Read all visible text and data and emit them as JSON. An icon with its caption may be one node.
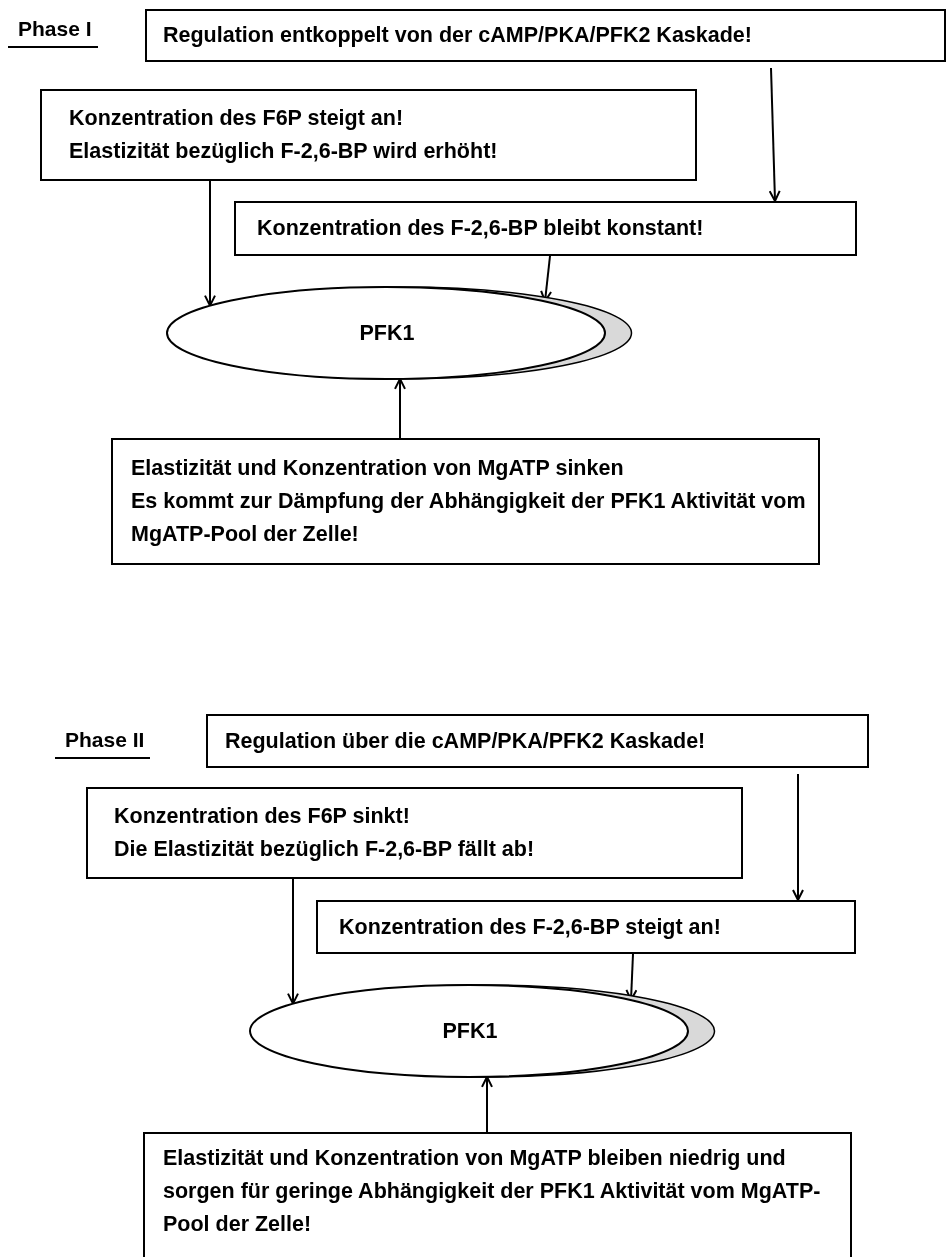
{
  "diagram": {
    "nodes": [
      {
        "text": [
          "Regulation entkoppelt von der cAMP/PKA/PFK2 Kaskade!"
        ]
      },
      {
        "text": [
          "Konzentration des F6P steigt an!",
          "Elastizität bezüglich F-2,6-BP wird erhöht!"
        ]
      },
      {
        "text": [
          "Konzentration des F-2,6-BP bleibt konstant!"
        ]
      },
      {
        "text": [
          "PFK1"
        ]
      },
      {
        "text": [
          "Elastizität und Konzentration von MgATP sinken",
          "Es kommt zur Dämpfung der Abhängigkeit der PFK1 Aktivität vom MgATP-Pool der Zelle!"
        ]
      },
      {
        "text": [
          "Regulation über die cAMP/PKA/PFK2 Kaskade!"
        ]
      },
      {
        "text": [
          "Konzentration des F6P sinkt!",
          "Die Elastizität bezüglich F-2,6-BP fällt ab!"
        ]
      },
      {
        "text": [
          "Konzentration des F-2,6-BP steigt an!"
        ]
      },
      {
        "text": [
          "PFK1"
        ]
      },
      {
        "text": [
          "Elastizität und Konzentration von MgATP bleiben niedrig und sorgen für geringe Abhängigkeit der PFK1 Aktivität vom MgATP-Pool der Zelle!"
        ]
      }
    ],
    "edges": [
      {
        "from": 0,
        "to": 2,
        "arrow": "to"
      },
      {
        "from": 1,
        "to": 3,
        "arrow": "to"
      },
      {
        "from": 2,
        "to": 3,
        "arrow": "to"
      },
      {
        "from": 4,
        "to": 3,
        "arrow": "to"
      },
      {
        "from": 5,
        "to": 7,
        "arrow": "to"
      },
      {
        "from": 6,
        "to": 8,
        "arrow": "to"
      },
      {
        "from": 7,
        "to": 8,
        "arrow": "to"
      },
      {
        "from": 9,
        "to": 8,
        "arrow": "to"
      }
    ],
    "labels": [
      "Phase I",
      "Phase II"
    ]
  }
}
